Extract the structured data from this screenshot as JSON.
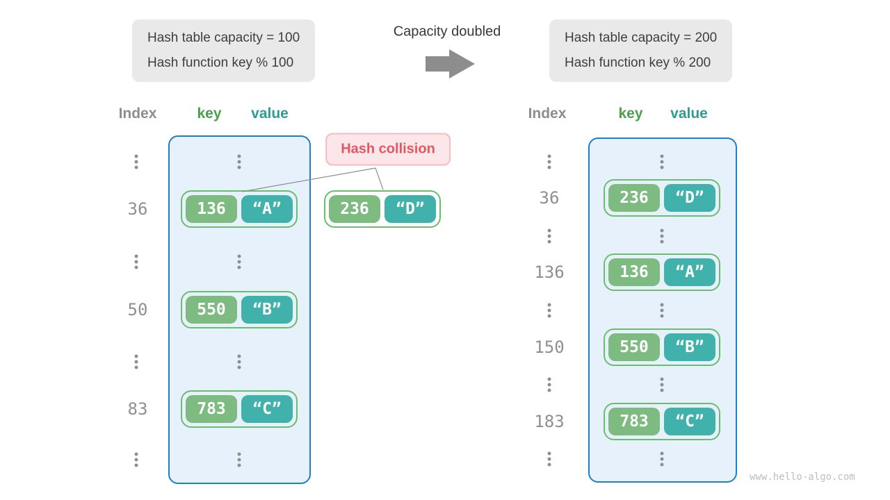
{
  "title_boxes": {
    "left": {
      "line1": "Hash table capacity = 100",
      "line2": "Hash function key % 100"
    },
    "right": {
      "line1": "Hash table capacity = 200",
      "line2": "Hash function key % 200"
    },
    "arrow_label": "Capacity doubled"
  },
  "column_headers": {
    "index": "Index",
    "key": "key",
    "value": "value"
  },
  "collision_badge": {
    "label": "Hash collision"
  },
  "collision_pair": {
    "key": "236",
    "value": "“D”"
  },
  "left_table": {
    "indexes": [
      "36",
      "50",
      "83"
    ],
    "pairs": [
      {
        "key": "136",
        "value": "“A”"
      },
      {
        "key": "550",
        "value": "“B”"
      },
      {
        "key": "783",
        "value": "“C”"
      }
    ]
  },
  "right_table": {
    "indexes": [
      "36",
      "136",
      "150",
      "183"
    ],
    "pairs": [
      {
        "key": "236",
        "value": "“D”"
      },
      {
        "key": "136",
        "value": "“A”"
      },
      {
        "key": "550",
        "value": "“B”"
      },
      {
        "key": "783",
        "value": "“C”"
      }
    ]
  },
  "watermark": "www.hello-algo.com",
  "colors": {
    "container_bg": "#e7f1fb",
    "container_border": "#1d7ecd",
    "pair_border": "#69be6e",
    "key_bg": "#7ebb81",
    "value_bg": "#41b2ab",
    "collision_text": "#e15862",
    "collision_bg": "#fbe7e9",
    "collision_border": "#f3bcc2",
    "info_box_bg": "#e9e9e9",
    "gray_text": "#8f8f8f",
    "key_header": "#47a14e",
    "value_header": "#2d9c93",
    "arrow_gray": "#8d8d8d"
  }
}
